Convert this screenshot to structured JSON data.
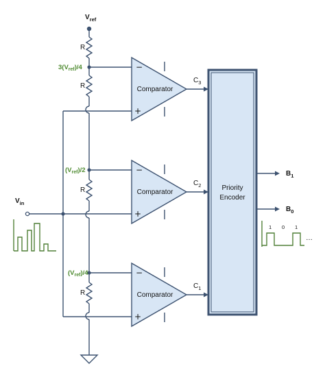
{
  "labels": {
    "vref_main": "V",
    "vref_main_sub": "ref",
    "resistor": "R",
    "tap_3q_pre": "3(V",
    "tap_3q_sub": "ref",
    "tap_3q_post": ")/4",
    "tap_half_pre": "(V",
    "tap_half_sub": "ref",
    "tap_half_post": ")/2",
    "tap_q_pre": "(V",
    "tap_q_sub": "ref",
    "tap_q_post": ")/4",
    "vin": "V",
    "vin_sub": "in",
    "comparator": "Comparator",
    "minus": "−",
    "plus": "+",
    "c3": "C",
    "c3_sub": "3",
    "c2": "C",
    "c2_sub": "2",
    "c1": "C",
    "c1_sub": "1",
    "encoder_line1": "Priority",
    "encoder_line2": "Encoder",
    "b1": "B",
    "b1_sub": "1",
    "b0": "B",
    "b0_sub": "0",
    "out_bit_1a": "1",
    "out_bit_0": "0",
    "out_bit_1b": "1",
    "ellipsis": "…"
  },
  "colors": {
    "wire": "#3d5270",
    "fill": "#d8e6f5",
    "green": "#4d8a2f"
  },
  "icons": {
    "ground": "ground-icon",
    "resistor": "resistor-icon",
    "comparator": "comparator-icon"
  }
}
